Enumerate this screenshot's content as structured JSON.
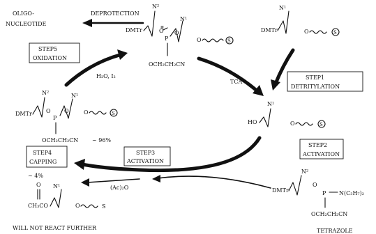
{
  "diagram": {
    "oligo_line1": "OLIGO-",
    "oligo_line2": "NUCLEOTIDE",
    "deprotection": "DEPROTECTION",
    "step5_line1": "STEP5",
    "step5_line2": "OXIDATION",
    "step1_line1": "STEP1",
    "step1_line2": "DETRITYLATION",
    "step2_line1": "STEP2",
    "step2_line2": "ACTIVATION",
    "step3_line1": "STEP3",
    "step3_line2": "ACTIVATION",
    "step4_line1": "STEP4",
    "step4_line2": "CAPPING",
    "reagent_oxidation": "H₂O, I₂",
    "reagent_tca": "TCA",
    "reagent_capping": "(Ac)₂O",
    "label_n1": "N¹",
    "label_n2": "N²",
    "label_dmtr": "DMTr",
    "label_o": "O",
    "label_p": "P",
    "label_ho": "HO",
    "label_s": "S",
    "label_cyanoethyl": "OCH₂CH₂CN",
    "label_yield_96": "~ 96%",
    "label_yield_4": "~ 4%",
    "label_amine": "N(C₃H₇)₂",
    "label_acetyl": "CH₃CO",
    "label_not_react": "WILL NOT REACT FURTHER",
    "label_tetrazole": "TETRAZOLE"
  }
}
